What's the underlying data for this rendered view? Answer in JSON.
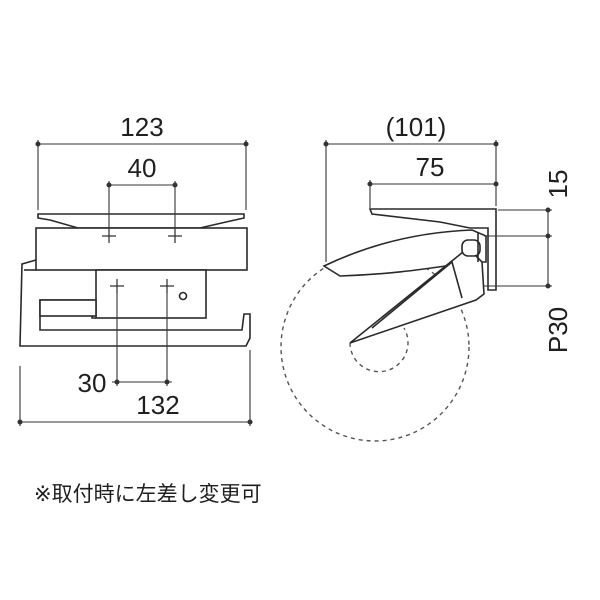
{
  "dimensions": {
    "front_total_width": "123",
    "front_top_hole_pitch": "40",
    "front_bottom_hole_pitch": "30",
    "front_overall_width": "132",
    "side_overall_depth": "(101)",
    "side_depth": "75",
    "side_top_offset": "15",
    "side_pitch": "P30"
  },
  "note": "※取付時に左差し変更可",
  "colors": {
    "line": "#2a2a2a",
    "dimension": "#333333",
    "background": "#ffffff"
  }
}
